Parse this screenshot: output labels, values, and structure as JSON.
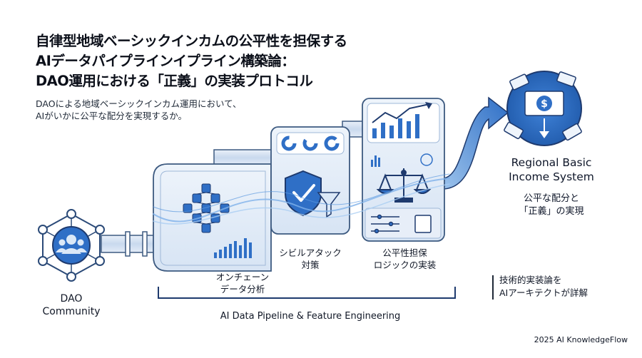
{
  "title_lines": [
    "自律型地域ベーシックインカムの公平性を担保する",
    "AIデータパイプラインイプライン構築論：",
    "DAO運用における「正義」の実装プロトコル"
  ],
  "subtitle_lines": [
    "DAOによる地域ベーシックインカム運用において、",
    "AIがいかに公平な配分を実現するか。"
  ],
  "nodes": {
    "dao": {
      "line1": "DAO",
      "line2": "Community"
    },
    "onchain": {
      "line1": "オンチェーン",
      "line2": "データ分析"
    },
    "sybil": {
      "line1": "シビルアタック",
      "line2": "対策"
    },
    "fairness": {
      "line1": "公平性担保",
      "line2": "ロジックの実装"
    },
    "rbis": {
      "title_line1": "Regional Basic",
      "title_line2": "Income System",
      "sub_line1": "公平な配分と",
      "sub_line2": "「正義」の実現"
    }
  },
  "pipeline_label": "AI Data Pipeline & Feature Engineering",
  "tech_note": {
    "line1": "技術的実装論を",
    "line2": "AIアーキテクトが詳解"
  },
  "footer": "2025 AI KnowledgeFlow",
  "icons": [
    "people-icon",
    "blocks-icon",
    "shield-check-icon",
    "filter-icon",
    "balance-scale-icon",
    "line-chart-icon",
    "money-icon",
    "dollar-icon",
    "arrow-icon"
  ],
  "colors": {
    "accent": "#2f6fc6",
    "dark_blue": "#1e3a6e",
    "light_blue": "#dbe8f7",
    "frame": "#3d5a80"
  }
}
